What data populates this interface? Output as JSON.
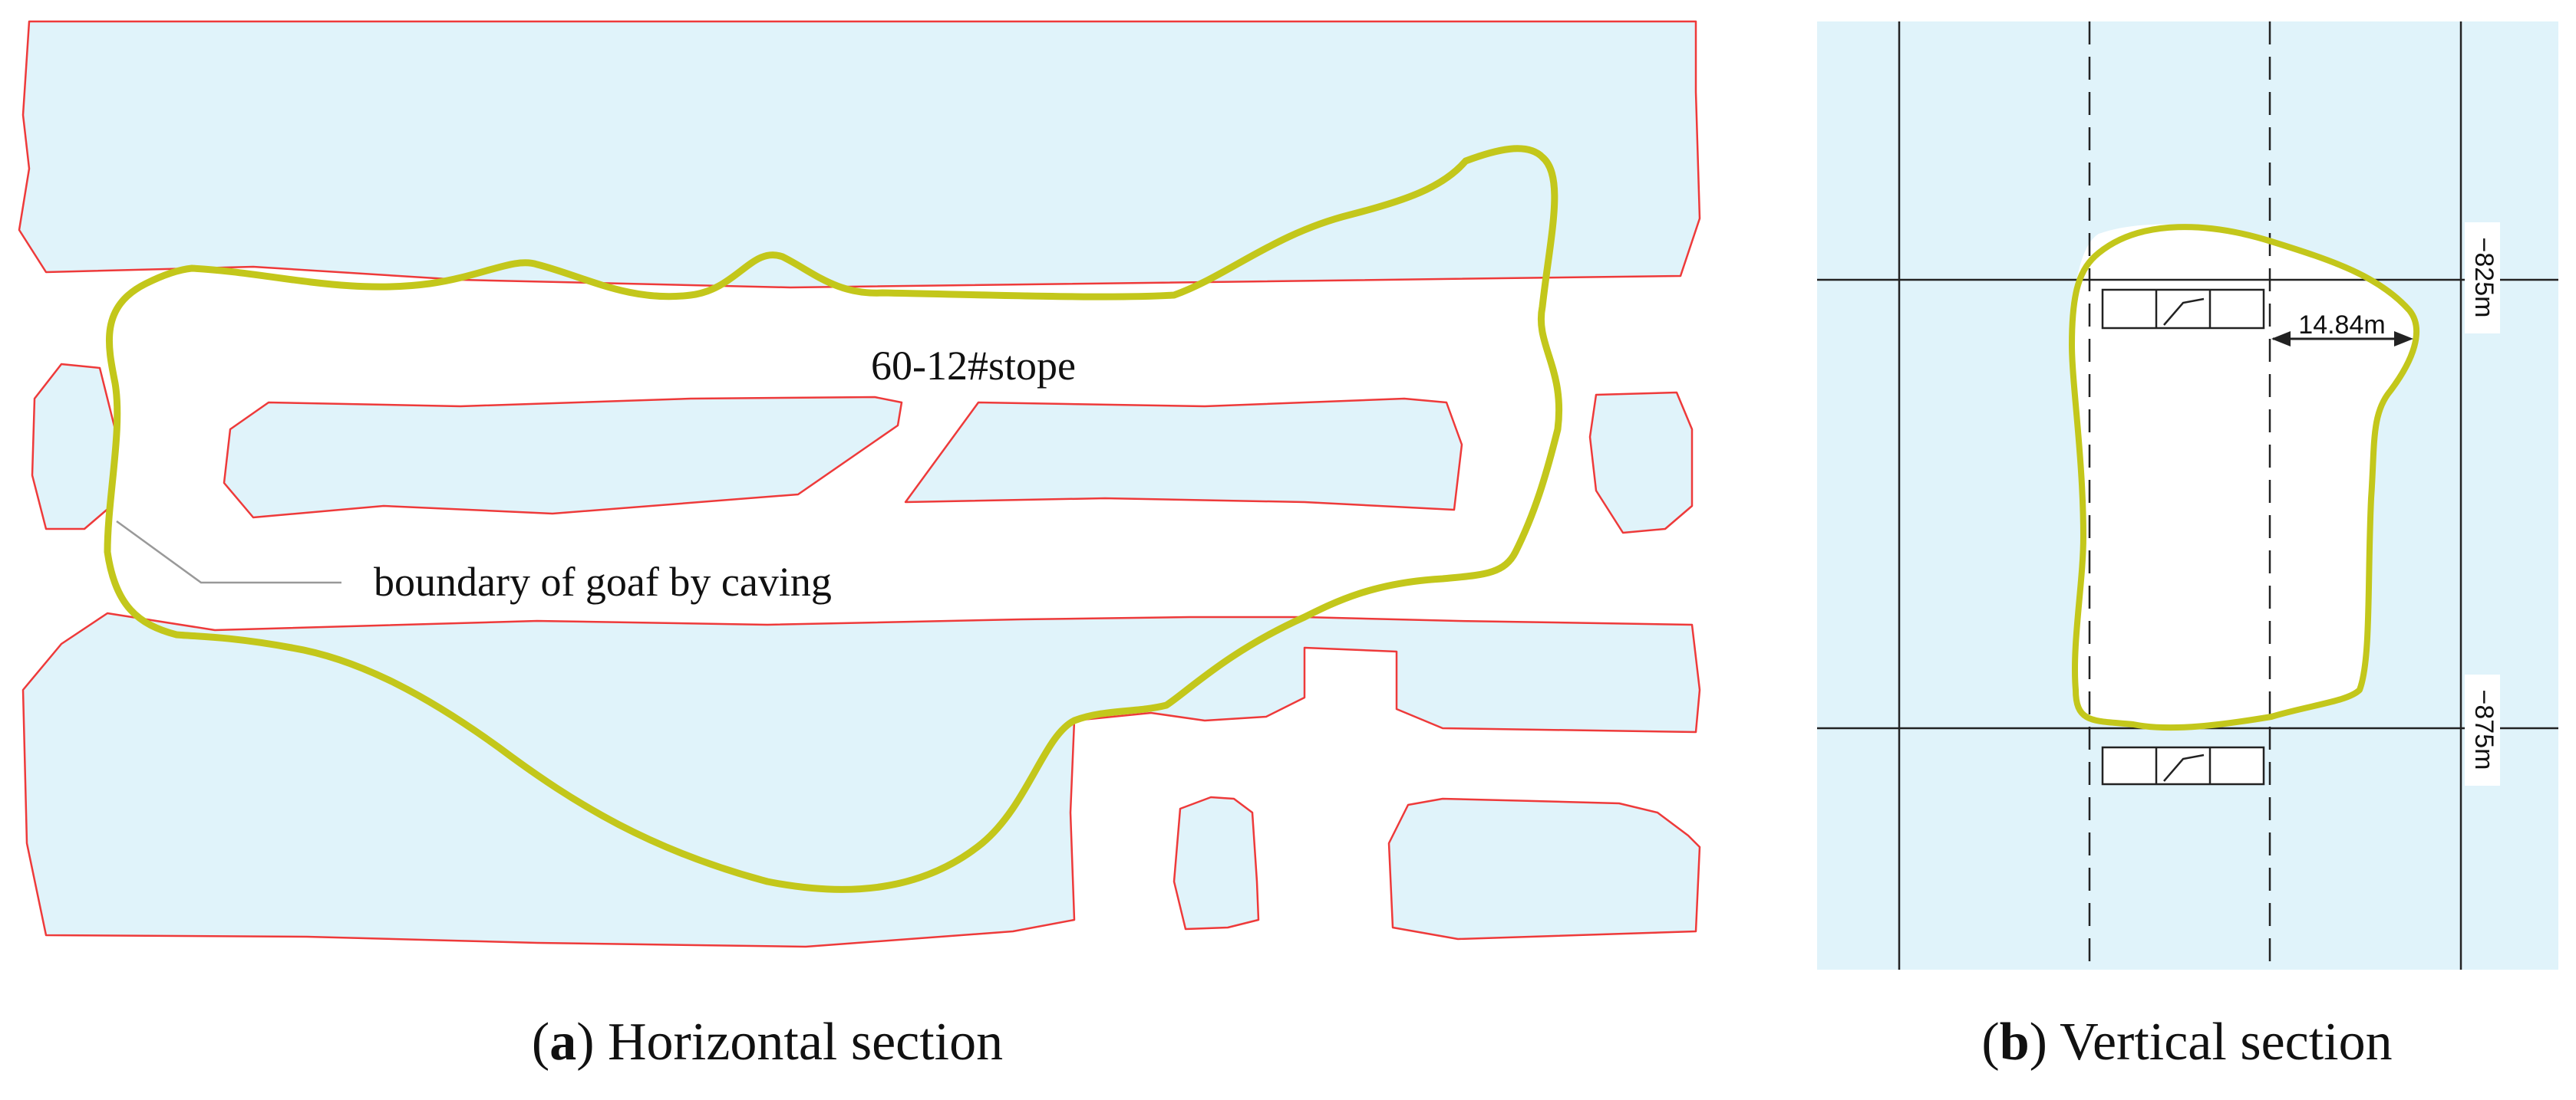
{
  "colors": {
    "rock_fill": "#e0f3fa",
    "rock_outline": "#ee3a3a",
    "goaf_boundary": "#c3c71b",
    "leader_line": "#999999",
    "section_lines": "#222222",
    "text": "#111111"
  },
  "panel_a": {
    "stope_label": "60-12#stope",
    "boundary_label": "boundary of goaf by caving",
    "caption_letter": "a",
    "caption_text": " Horizontal section"
  },
  "panel_b": {
    "level_top": "−825m",
    "level_bottom": "−875m",
    "dimension": "14.84m",
    "caption_letter": "b",
    "caption_text": " Vertical section"
  }
}
